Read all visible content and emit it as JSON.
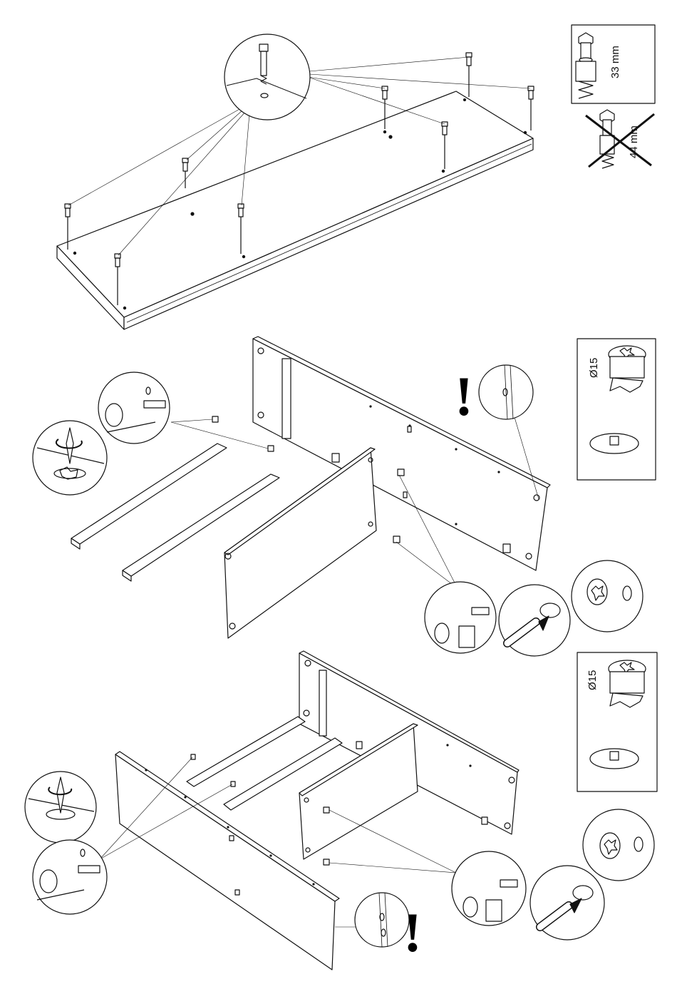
{
  "parts": {
    "cam_bolt_length": "33 mm",
    "cam_bolt_wrong_length": "44 mm",
    "cam_lock_diameter": "Ø15"
  },
  "warnings": {
    "attention_mark": "!"
  },
  "colors": {
    "line": "#111111",
    "panel_fill": "#ffffff",
    "background": "#ffffff"
  }
}
